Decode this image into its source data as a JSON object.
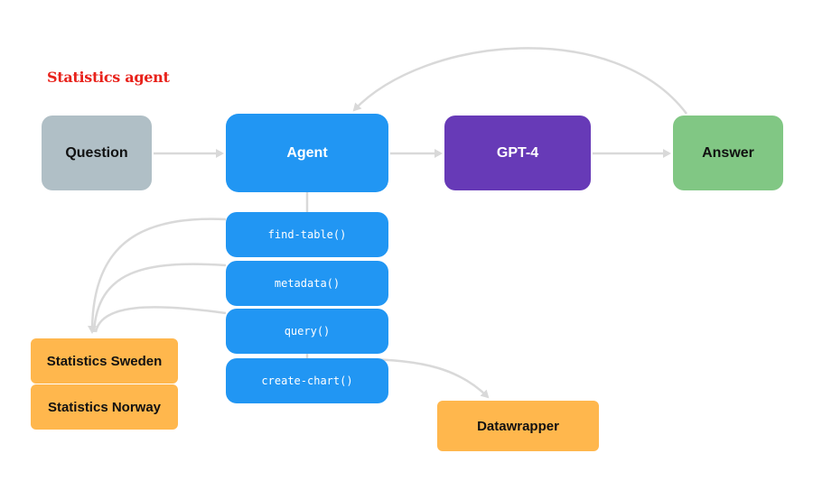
{
  "title": "Statistics agent",
  "nodes": {
    "question": "Question",
    "agent": "Agent",
    "gpt": "GPT-4",
    "answer": "Answer",
    "datawrapper": "Datawrapper"
  },
  "tools": [
    "find-table()",
    "metadata()",
    "query()",
    "create-chart()"
  ],
  "sources": [
    "Statistics Sweden",
    "Statistics Norway"
  ],
  "colors": {
    "title": "#e8221b",
    "question": "#b0bfc6",
    "agent": "#2196f3",
    "gpt": "#673ab7",
    "answer": "#81c784",
    "external": "#ffb74d",
    "edge": "#d9d9d9"
  }
}
